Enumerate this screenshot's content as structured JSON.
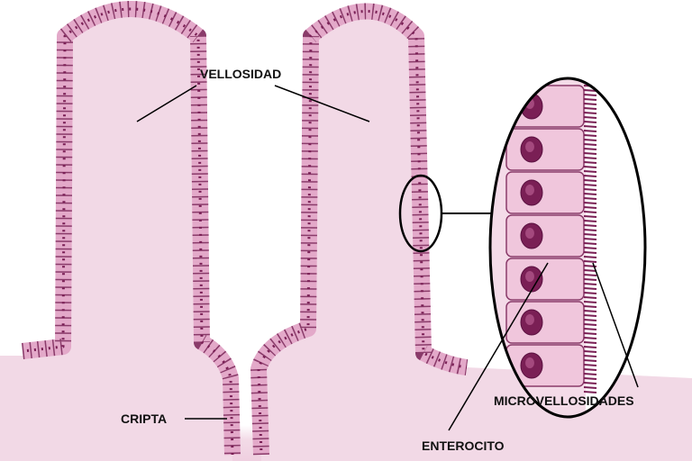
{
  "labels": {
    "villus": "VELLOSIDAD",
    "crypt": "CRIPTA",
    "microvilli": "MICROVELLOSIDADES",
    "enterocyte": "ENTEROCITO"
  },
  "colors": {
    "tissue": "#f2d9e6",
    "cell_layer": "#e3a9c9",
    "cell_border": "#8a3b6a",
    "nucleus": "#7a1f55",
    "outline": "#000000"
  }
}
